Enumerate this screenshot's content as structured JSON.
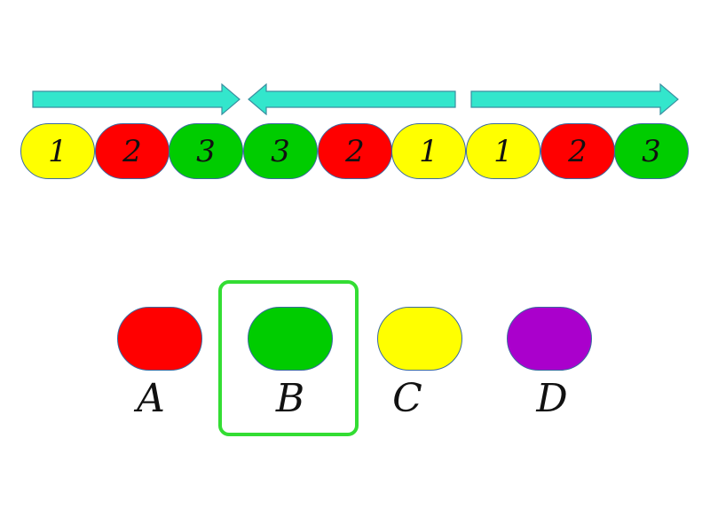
{
  "colors": {
    "yellow": "#ffff00",
    "red": "#ff0000",
    "green": "#00cc00",
    "purple": "#aa00cc",
    "arrow": "#33e6cc",
    "arrow_border": "#3a8fa0",
    "selection": "#33dd33"
  },
  "arrows": [
    {
      "direction": "right"
    },
    {
      "direction": "left"
    },
    {
      "direction": "right"
    }
  ],
  "sequence": [
    {
      "label": "1",
      "color": "yellow"
    },
    {
      "label": "2",
      "color": "red"
    },
    {
      "label": "3",
      "color": "green"
    },
    {
      "label": "3",
      "color": "green"
    },
    {
      "label": "2",
      "color": "red"
    },
    {
      "label": "1",
      "color": "yellow"
    },
    {
      "label": "1",
      "color": "yellow"
    },
    {
      "label": "2",
      "color": "red"
    },
    {
      "label": "3",
      "color": "green"
    }
  ],
  "options": [
    {
      "letter": "A",
      "color": "red"
    },
    {
      "letter": "B",
      "color": "green"
    },
    {
      "letter": "C",
      "color": "yellow"
    },
    {
      "letter": "D",
      "color": "purple"
    }
  ],
  "selected_option": "B"
}
